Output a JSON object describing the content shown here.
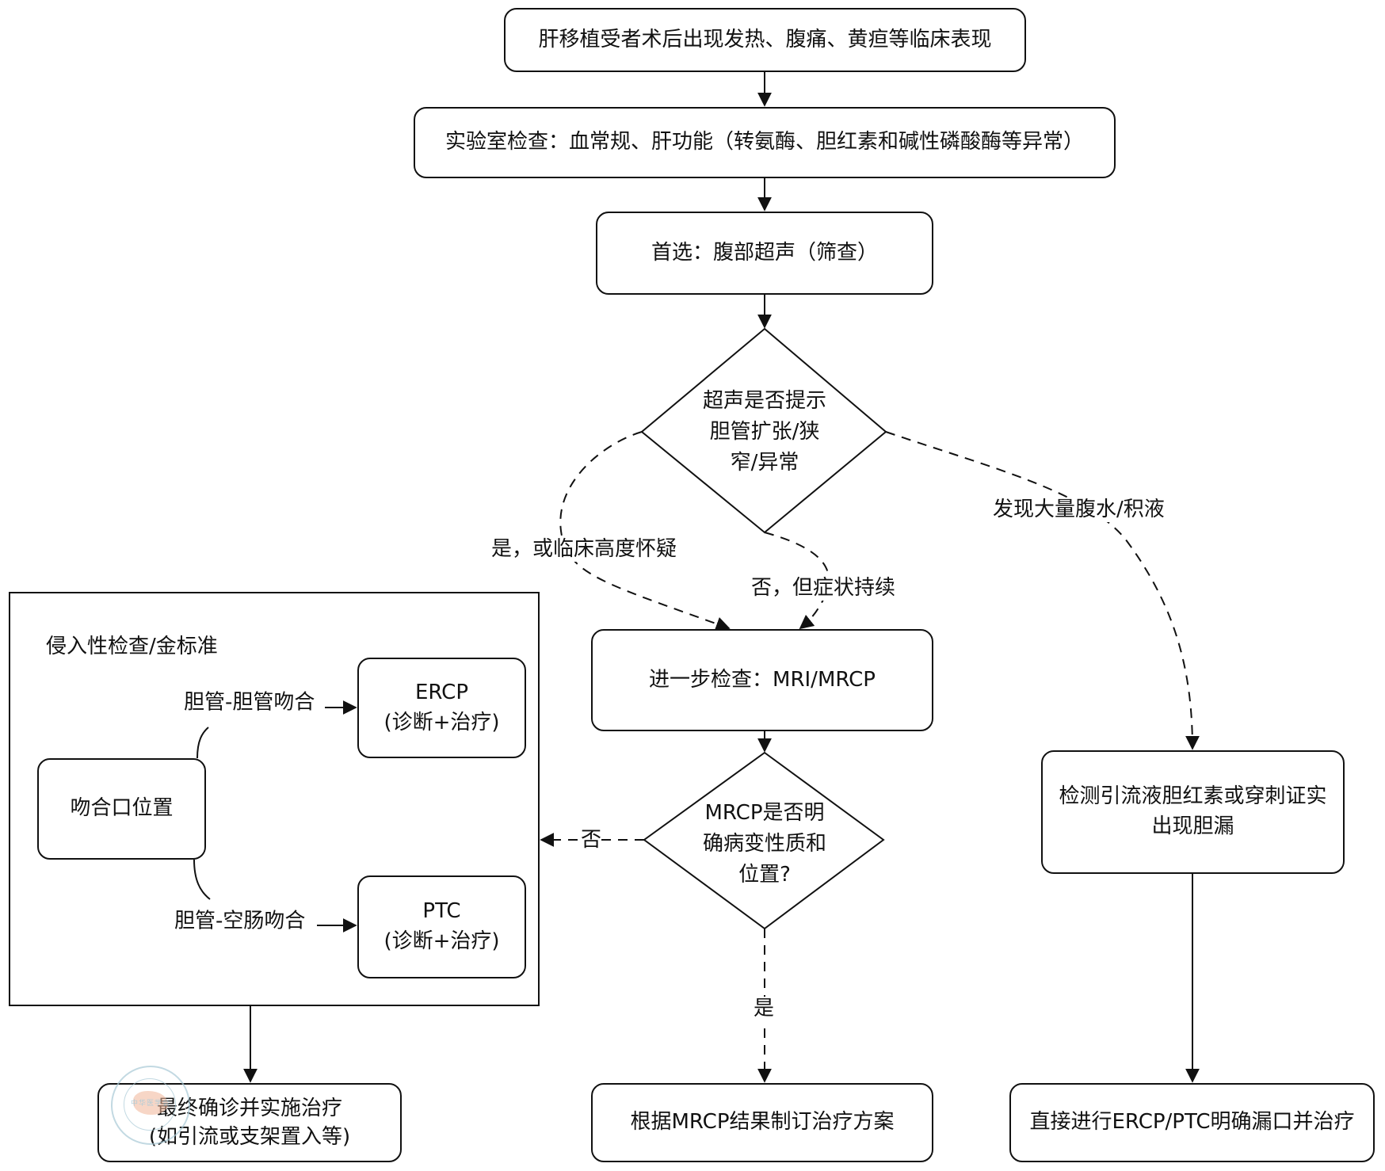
{
  "nodes": {
    "start": "肝移植受者术后出现发热、腹痛、黄疸等临床表现",
    "lab": "实验室检查：血常规、肝功能（转氨酶、胆红素和碱性磷酸酶等异常）",
    "ultrasound": "首选：腹部超声（筛查）",
    "decision1": [
      "超声是否提示",
      "胆管扩张/狭",
      "窄/异常"
    ],
    "mri": "进一步检查：MRI/MRCP",
    "decision2": [
      "MRCP是否明",
      "确病变性质和",
      "位置?"
    ],
    "drainage_test": [
      "检测引流液胆红素或穿刺证实",
      "出现胆漏"
    ],
    "final_left": [
      "最终确诊并实施治疗",
      "(如引流或支架置入等)"
    ],
    "final_mid": "根据MRCP结果制订治疗方案",
    "final_right": "直接进行ERCP/PTC明确漏口并治疗"
  },
  "group": {
    "title": "侵入性检查/金标准",
    "anastomosis": "吻合口位置",
    "ercp": [
      "ERCP",
      "(诊断+治疗)"
    ],
    "ptc": [
      "PTC",
      "(诊断+治疗)"
    ],
    "branch_duct_duct": "胆管-胆管吻合",
    "branch_duct_jejunum": "胆管-空肠吻合"
  },
  "edges": {
    "yes_or_suspect": "是，或临床高度怀疑",
    "no_but_persist": "否，但症状持续",
    "ascites": "发现大量腹水/积液",
    "mrcp_no": "否",
    "mrcp_yes": "是"
  },
  "watermark": {
    "text": "中华医学会"
  }
}
